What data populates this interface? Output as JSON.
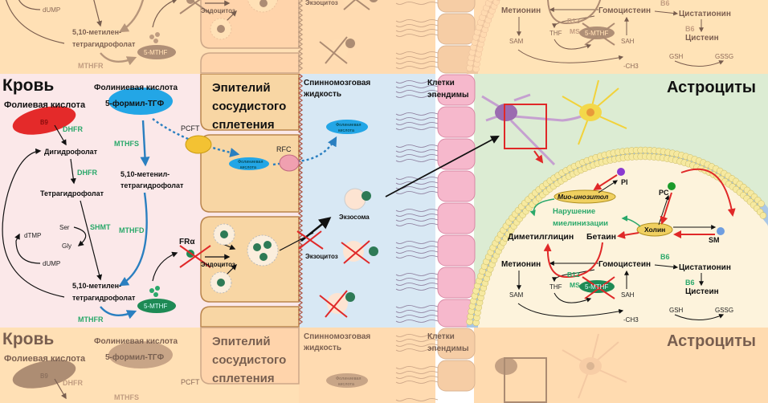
{
  "colors": {
    "blood_bg": "#fbe8e9",
    "epithelium": "#f8d6a4",
    "csf_bg": "#d8e8f4",
    "ependyma": "#f6b8cc",
    "astro_bg": "#dcecd3",
    "cell_interior": "#fdf3dc",
    "enzyme": "#2aa86a",
    "inhibition": "#e02828",
    "transport": "#2a7fc0"
  },
  "blood": {
    "title": "Кровь",
    "folic_acid": "Фолиевая кислота",
    "b9": "B9",
    "dhfr1": "DHFR",
    "dihydrofolate": "Дигидрофолат",
    "dhfr2": "DHFR",
    "tetrahydrofolate": "Тетрагидрофолат",
    "ser": "Ser",
    "shmt": "SHMT",
    "gly": "Gly",
    "dtmp": "dTMP",
    "dump": "dUMP",
    "methylene_1": "5,10-метилен-",
    "methylene_2": "тетрагидрофолат",
    "mthfr": "MTHFR",
    "mthf": "5-MTHF",
    "folinic_acid": "Фолиниевая кислота",
    "formyl": "5-формил-ТГФ",
    "mthfs": "MTHFS",
    "methenyl_1": "5,10-метенил-",
    "methenyl_2": "тетрагидрофолат",
    "mthfd": "MTHFD"
  },
  "epithelium": {
    "title_1": "Эпителий",
    "title_2": "сосудистого",
    "title_3": "сплетения",
    "pcft": "PCFT",
    "rfc": "RFC",
    "folinic_1": "Фолиниевая",
    "folinic_2": "кислота",
    "fra": "FRα",
    "endocytosis": "Эндоцитоз"
  },
  "csf": {
    "title_1": "Спинномозговая",
    "title_2": "жидкость",
    "folinic_1": "Фолиниевая",
    "folinic_2": "кислота",
    "exosome": "Экзосома",
    "exocytosis": "Экзоцитоз"
  },
  "ependyma": {
    "title_1": "Клетки",
    "title_2": "эпендимы"
  },
  "astrocytes": {
    "title": "Астроциты",
    "pi": "PI",
    "pc": "PC",
    "sm": "SM",
    "myo_inositol": "Мио-инозитол",
    "myelin_1": "Нарушение",
    "myelin_2": "миелинизации",
    "choline": "Холин",
    "dimethylglycine": "Диметилглицин",
    "betaine": "Бетаин",
    "methionine": "Метионин",
    "homocysteine": "Гомоцистеин",
    "b12": "B12",
    "ms": "MS",
    "mthf": "5-MTHF",
    "thf": "THF",
    "sam": "SAM",
    "sah": "SAH",
    "ch3": "-CH3",
    "b6_1": "B6",
    "cystathionine": "Цистатионин",
    "b6_2": "B6",
    "cysteine": "Цистеин",
    "gsh": "GSH",
    "gssg": "GSSG"
  }
}
